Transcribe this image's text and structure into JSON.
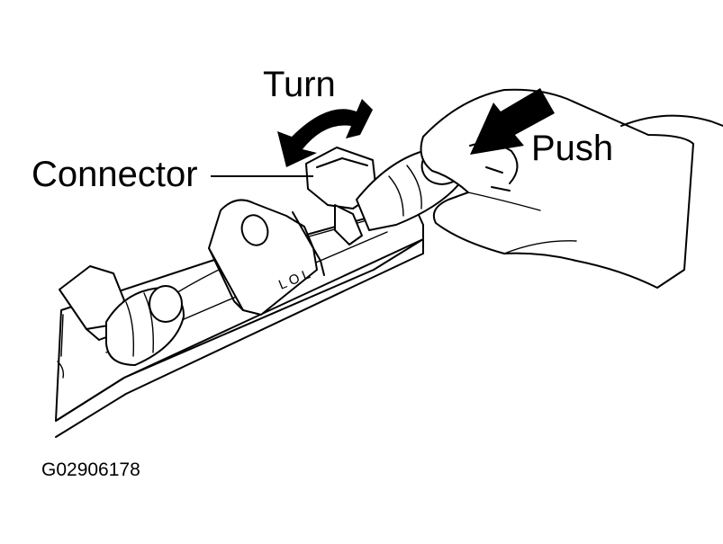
{
  "labels": {
    "turn": "Turn",
    "push": "Push",
    "connector": "Connector",
    "figure_code": "G02906178",
    "rail_marking": "L O L"
  },
  "colors": {
    "ink": "#000000",
    "paper": "#ffffff"
  }
}
